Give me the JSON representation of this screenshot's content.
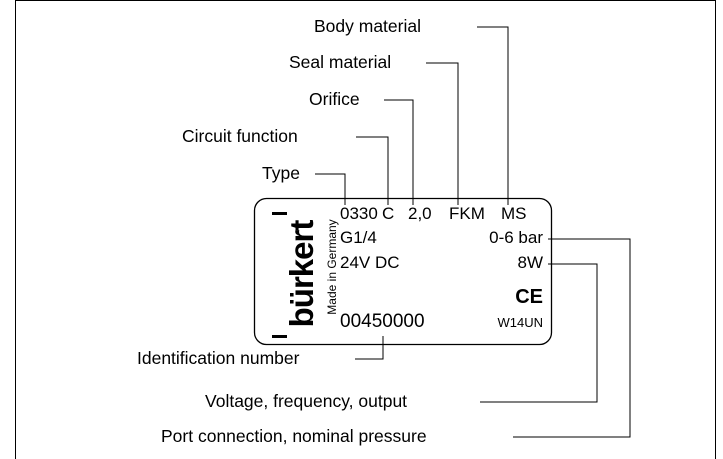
{
  "labels": {
    "body_material": "Body material",
    "seal_material": "Seal material",
    "orifice": "Orifice",
    "circuit_function": "Circuit function",
    "type": "Type",
    "identification_number": "Identification number",
    "voltage_frequency_output": "Voltage, frequency, output",
    "port_connection_pressure": "Port connection, nominal pressure"
  },
  "plate": {
    "brand": "bürkert",
    "made_in": "Made in Germany",
    "row1": {
      "type": "0330",
      "circuit": "C",
      "orifice": "2,0",
      "seal": "FKM",
      "body": "MS"
    },
    "row2": {
      "port": "G1/4",
      "pressure": "0-6 bar"
    },
    "row3": {
      "voltage": "24V DC",
      "power": "8W"
    },
    "ce_mark": "CE",
    "code": "W14UN",
    "id_number": "00450000"
  }
}
